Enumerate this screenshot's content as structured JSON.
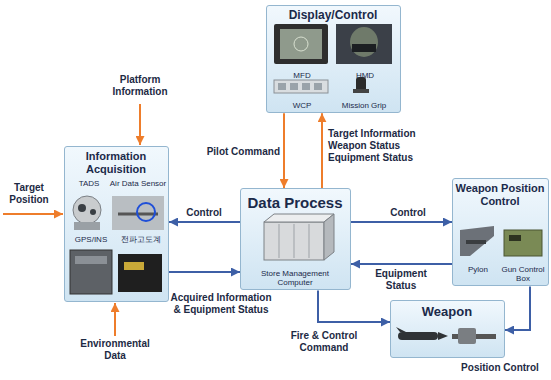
{
  "diagram": {
    "nodes": [
      {
        "text": [
          "Display/Control",
          "MFD",
          "HMD",
          "WCP",
          "Mission Grip"
        ]
      },
      {
        "text": [
          "Information Acquisition",
          "TADS",
          "Air Data Sensor",
          "GPS/INS",
          "전파고도계"
        ]
      },
      {
        "text": [
          "Data Process",
          "Store Management Computer"
        ]
      },
      {
        "text": [
          "Weapon Position Control",
          "Pylon",
          "Gun Control Box"
        ]
      },
      {
        "text": [
          "Weapon"
        ]
      }
    ],
    "edges": [
      {
        "from": 0,
        "to": 2,
        "arrow": "to",
        "label": "Pilot Command"
      },
      {
        "from": 2,
        "to": 0,
        "arrow": "to",
        "label": "Target Information Weapon Status Equipment Status"
      },
      {
        "from": 2,
        "to": 1,
        "arrow": "to",
        "label": "Control"
      },
      {
        "from": 1,
        "to": 2,
        "arrow": "to",
        "label": "Acquired Information & Equipment Status"
      },
      {
        "from": 2,
        "to": 3,
        "arrow": "to",
        "label": "Control"
      },
      {
        "from": 3,
        "to": 2,
        "arrow": "to",
        "label": "Equipment Status"
      },
      {
        "from": 2,
        "to": 4,
        "arrow": "to",
        "label": "Fire & Control Command"
      },
      {
        "from": 3,
        "to": 4,
        "arrow": "to",
        "label": "Position Control"
      }
    ],
    "labels": [
      "Platform Information",
      "Target Position",
      "Environmental Data"
    ]
  }
}
